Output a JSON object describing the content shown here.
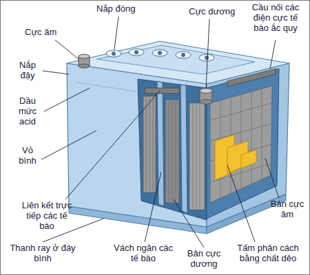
{
  "diagram": {
    "labels": [
      "Nắp đóng",
      "Cực dương",
      "Cầu nối các điện cực tế bào ắc quy",
      "Cực âm",
      "Nắp đậy",
      "Dầu mức acid",
      "Vỏ bình",
      "Liên kết trực tiếp các tế bào",
      "Bản cực âm",
      "Thanh ray ở đáy bình",
      "Vách ngăn các tế bào",
      "Bản cực dương",
      "Tấm phân cách bằng chất dẻo"
    ]
  }
}
